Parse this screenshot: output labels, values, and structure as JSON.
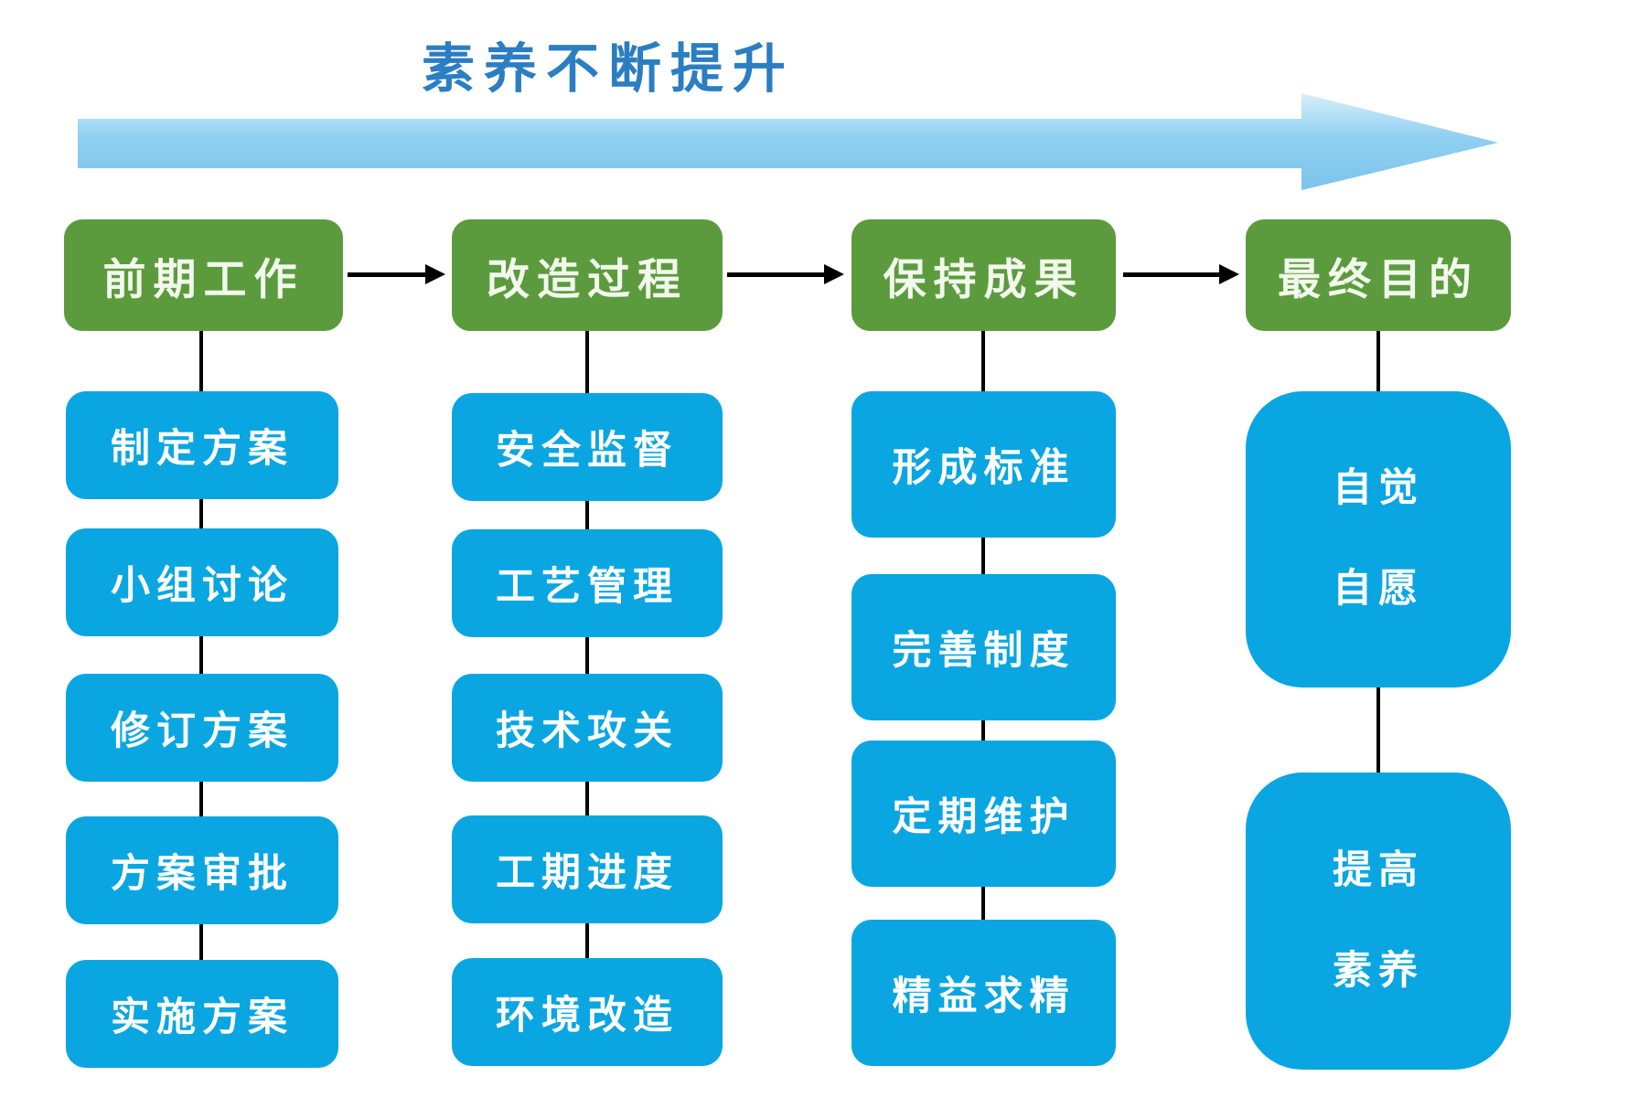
{
  "title": "素养不断提升",
  "columns": [
    {
      "header": "前期工作",
      "items": [
        "制定方案",
        "小组讨论",
        "修订方案",
        "方案审批",
        "实施方案"
      ]
    },
    {
      "header": "改造过程",
      "items": [
        "安全监督",
        "工艺管理",
        "技术攻关",
        "工期进度",
        "环境改造"
      ]
    },
    {
      "header": "保持成果",
      "items": [
        "形成标准",
        "完善制度",
        "定期维护",
        "精益求精"
      ]
    },
    {
      "header": "最终目的",
      "items": [
        "自觉\n自愿",
        "提高\n素养"
      ]
    }
  ],
  "colors": {
    "header_green": "#5b9b3e",
    "step_blue": "#09a6e2",
    "title_blue": "#2b7ec1",
    "big_arrow_blue": "#7cc3ec",
    "connector_black": "#000000"
  }
}
